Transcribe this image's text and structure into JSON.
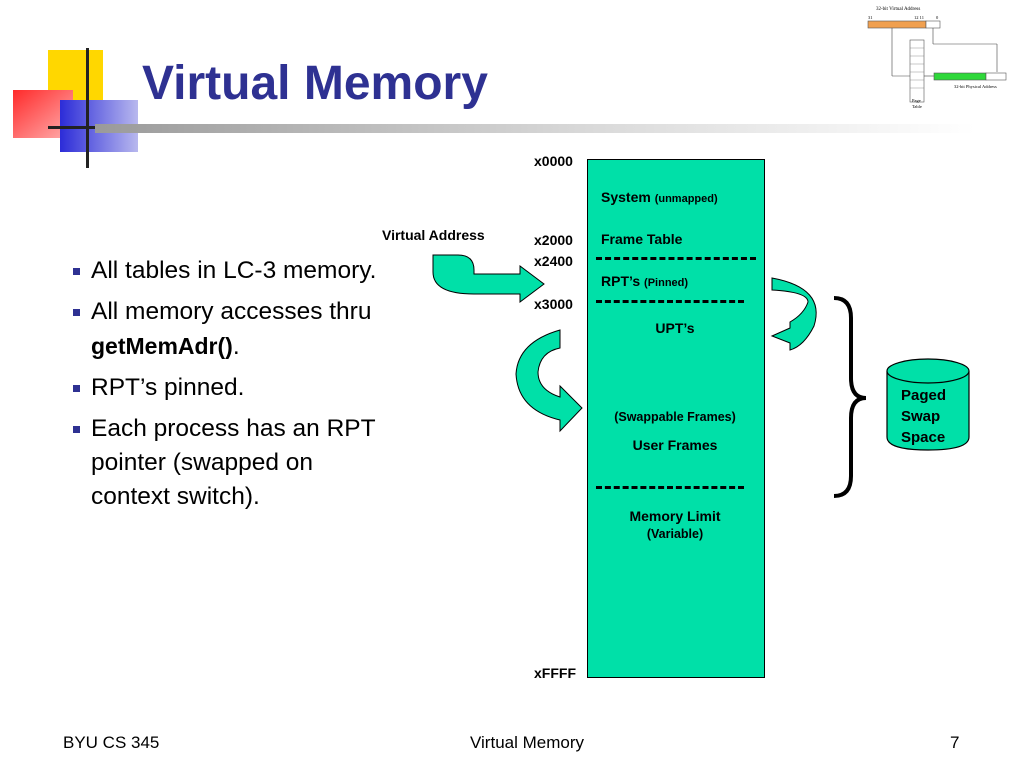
{
  "slide": {
    "title": "Virtual Memory",
    "bullets": [
      {
        "text": "All tables in LC-3 memory."
      },
      {
        "text_before": "All memory accesses thru ",
        "code": "getMemAdr()",
        "text_after": "."
      },
      {
        "text": "RPT’s pinned."
      },
      {
        "text": "Each process has an RPT pointer (swapped on context switch)."
      }
    ]
  },
  "diagram": {
    "addresses": {
      "a0": "x0000",
      "a1": "x2000",
      "a2": "x2400",
      "a3": "x3000",
      "a4": "xFFFF"
    },
    "virtual_address": "Virtual Address",
    "regions": {
      "system": "System",
      "system_note": "(unmapped)",
      "frame_table": "Frame Table",
      "rpts": "RPT’s",
      "rpts_note": "(Pinned)",
      "upts": "UPT’s",
      "swappable": "(Swappable Frames)",
      "user_frames": "User Frames",
      "memory_limit": "Memory Limit",
      "variable": "(Variable)"
    },
    "swap": {
      "line1": "Paged",
      "line2": "Swap",
      "line3": "Space"
    },
    "colors": {
      "memory": "#00e0a8",
      "title": "#2e3192"
    }
  },
  "thumbnail": {
    "va_label": "32-bit Virtual Address",
    "pa_label": "32-bit Physical Address",
    "bit31": "31",
    "bit12": "12 11",
    "bit0": "0",
    "page": "Page",
    "table": "Table"
  },
  "footer": {
    "left": "BYU CS 345",
    "center": "Virtual Memory",
    "page": "7"
  }
}
